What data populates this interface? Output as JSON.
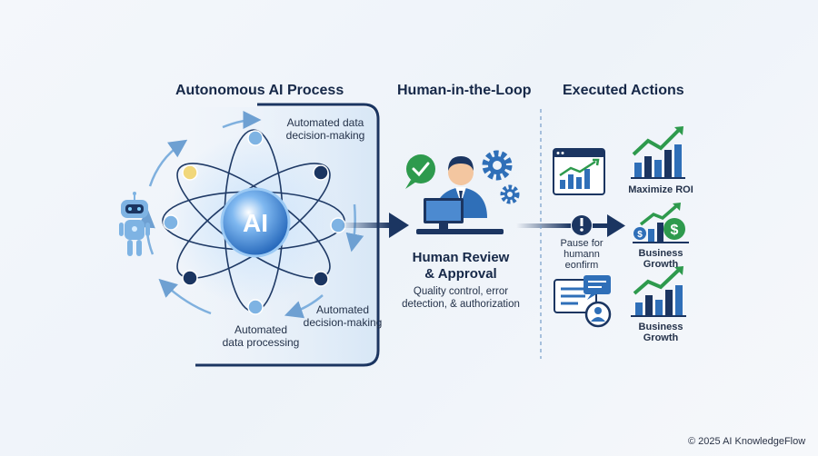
{
  "sections": {
    "autonomous": {
      "title": "Autonomous AI Process"
    },
    "hitl": {
      "title": "Human-in-the-Loop"
    },
    "executed": {
      "title": "Executed Actions"
    }
  },
  "ai_core": {
    "label": "AI"
  },
  "ai_labels": {
    "top_right": [
      "Automated data",
      "decision-making"
    ],
    "bottom_right": [
      "Automated",
      "decision-making"
    ],
    "bottom_left": [
      "Automated",
      "data processing"
    ]
  },
  "human_review": {
    "title": [
      "Human Review",
      "& Approval"
    ],
    "desc": [
      "Quality control, error",
      "detection, & authorization"
    ]
  },
  "pause": {
    "text": [
      "Pause for",
      "humann",
      "eonfirm"
    ]
  },
  "actions": [
    {
      "label": [
        "Maximize ROI"
      ]
    },
    {
      "label": [
        "Business",
        "Growth"
      ]
    },
    {
      "label": [
        "Business",
        "Growth"
      ]
    }
  ],
  "footer": {
    "copyright": "© 2025 AI KnowledgeFlow"
  },
  "colors": {
    "navy": "#1b3561",
    "blue": "#2f6fb8",
    "light_blue": "#8ab6e2",
    "green": "#2e9a4d",
    "node_yellow": "#f1d77a"
  },
  "icons": [
    "robot-icon",
    "check-bubble-icon",
    "gear-icon",
    "person-at-computer-icon",
    "chart-window-icon",
    "alert-icon",
    "chat-bubble-icon",
    "user-icon",
    "dollar-icon",
    "growth-chart-icon"
  ]
}
